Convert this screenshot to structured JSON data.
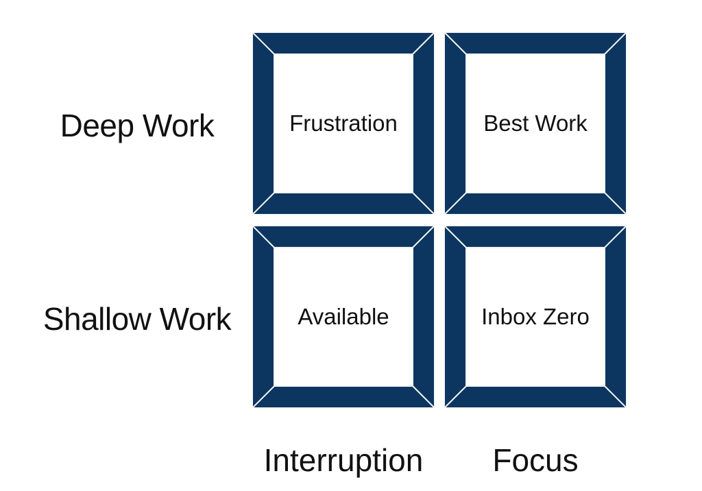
{
  "rows": [
    {
      "label": "Deep Work"
    },
    {
      "label": "Shallow Work"
    }
  ],
  "columns": [
    {
      "label": "Interruption"
    },
    {
      "label": "Focus"
    }
  ],
  "cells": [
    {
      "label": "Frustration"
    },
    {
      "label": "Best Work"
    },
    {
      "label": "Available"
    },
    {
      "label": "Inbox Zero"
    }
  ],
  "colors": {
    "frame": "#0c3660",
    "bevel": "#f2f2f2",
    "text": "#111111",
    "background": "#ffffff"
  },
  "icons": {
    "frame": "beveled-square-frame"
  }
}
